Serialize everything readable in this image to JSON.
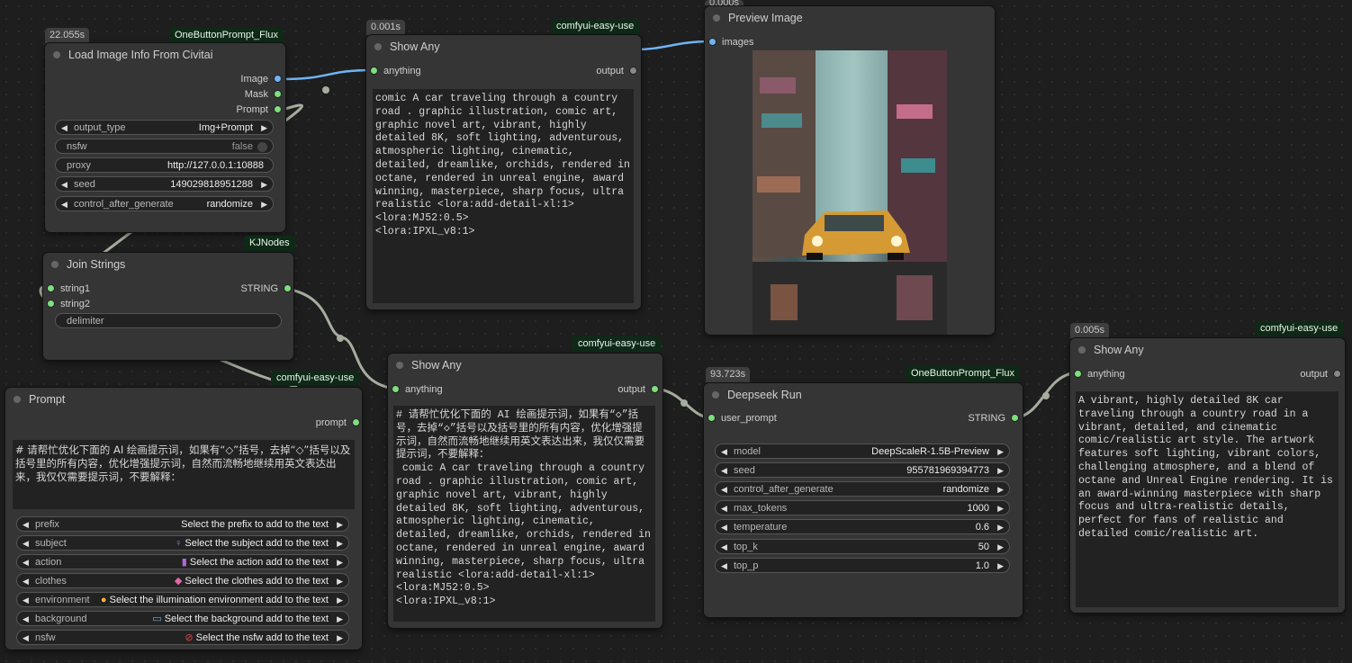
{
  "colors": {
    "canvas_bg": "#1e1e1e",
    "node_bg": "#353535",
    "image_wire": "#6fb5f5",
    "default_wire": "#a6ad9f",
    "slot_green": "#7ddf7d",
    "badge_bg": "#0e2a16"
  },
  "load_image": {
    "time": "22.055s",
    "source": "OneButtonPrompt_Flux",
    "title": "Load Image Info From Civitai",
    "outputs": [
      "Image",
      "Mask",
      "Prompt"
    ],
    "widgets": [
      {
        "label": "output_type",
        "value": "Img+Prompt"
      },
      {
        "label": "nsfw",
        "value": "false"
      },
      {
        "label": "proxy",
        "value": "http://127.0.0.1:10888"
      },
      {
        "label": "seed",
        "value": "149029818951288"
      },
      {
        "label": "control_after_generate",
        "value": "randomize"
      }
    ]
  },
  "show_any_1": {
    "time": "0.001s",
    "source": "comfyui-easy-use",
    "title": "Show Any",
    "input": "anything",
    "output": "output",
    "text": "comic A car traveling through a country road . graphic illustration, comic art, graphic novel art, vibrant, highly detailed 8K, soft lighting, adventurous, atmospheric lighting, cinematic, detailed, dreamlike, orchids, rendered in octane, rendered in unreal engine, award winning, masterpiece, sharp focus, ultra realistic <lora:add-detail-xl:1>  <lora:MJ52:0.5>\n<lora:IPXL_v8:1>"
  },
  "preview": {
    "time": "0.000s",
    "title": "Preview Image",
    "input": "images"
  },
  "join_strings": {
    "source": "KJNodes",
    "title": "Join Strings",
    "inputs": [
      "string1",
      "string2"
    ],
    "output": "STRING",
    "delimiter_label": "delimiter"
  },
  "prompt": {
    "source": "comfyui-easy-use",
    "title": "Prompt",
    "output": "prompt",
    "text": "# 请帮忙优化下面的 AI 绘画提示词，如果有“◇”括号，去掉“◇”括号以及括号里的所有内容，优化增强提示词，自然而流畅地继续用英文表达出来，我仅仅需要提示词，不要解释：",
    "widgets": [
      {
        "label": "prefix",
        "icon": "",
        "value": "Select the prefix to add to the text"
      },
      {
        "label": "subject",
        "icon": "♀",
        "value": "Select the subject add to the text"
      },
      {
        "label": "action",
        "icon": "▮",
        "value": "Select the action add to the text"
      },
      {
        "label": "clothes",
        "icon": "◆",
        "value": "Select the clothes add to the text"
      },
      {
        "label": "environment",
        "icon": "●",
        "value": "Select the illumination environment add to the text"
      },
      {
        "label": "background",
        "icon": "▭",
        "value": "Select the background add to the text"
      },
      {
        "label": "nsfw",
        "icon": "⊘",
        "value": "Select the nsfw add to the text"
      }
    ]
  },
  "show_any_2": {
    "source": "comfyui-easy-use",
    "title": "Show Any",
    "input": "anything",
    "output": "output",
    "text": "# 请帮忙优化下面的 AI 绘画提示词，如果有“◇”括号，去掉“◇”括号以及括号里的所有内容，优化增强提示词，自然而流畅地继续用英文表达出来，我仅仅需要提示词，不要解释：\n comic A car traveling through a country road . graphic illustration, comic art, graphic novel art, vibrant, highly detailed 8K, soft lighting, adventurous, atmospheric lighting, cinematic, detailed, dreamlike, orchids, rendered in octane, rendered in unreal engine, award winning, masterpiece, sharp focus, ultra realistic <lora:add-detail-xl:1>  <lora:MJ52:0.5>\n<lora:IPXL_v8:1>"
  },
  "deepseek": {
    "time": "93.723s",
    "source": "OneButtonPrompt_Flux",
    "title": "Deepseek Run",
    "input": "user_prompt",
    "output": "STRING",
    "widgets": [
      {
        "label": "model",
        "value": "DeepScaleR-1.5B-Preview"
      },
      {
        "label": "seed",
        "value": "955781969394773"
      },
      {
        "label": "control_after_generate",
        "value": "randomize"
      },
      {
        "label": "max_tokens",
        "value": "1000"
      },
      {
        "label": "temperature",
        "value": "0.6"
      },
      {
        "label": "top_k",
        "value": "50"
      },
      {
        "label": "top_p",
        "value": "1.0"
      }
    ]
  },
  "show_any_3": {
    "time": "0.005s",
    "source": "comfyui-easy-use",
    "title": "Show Any",
    "input": "anything",
    "output": "output",
    "text": "A vibrant, highly detailed 8K car traveling through a country road in a vibrant, detailed, and cinematic comic/realistic art style. The artwork features soft lighting, vibrant colors, challenging atmosphere, and a blend of octane and Unreal Engine rendering. It is an award-winning masterpiece with sharp focus and ultra-realistic details, perfect for fans of realistic and detailed comic/realistic art."
  }
}
